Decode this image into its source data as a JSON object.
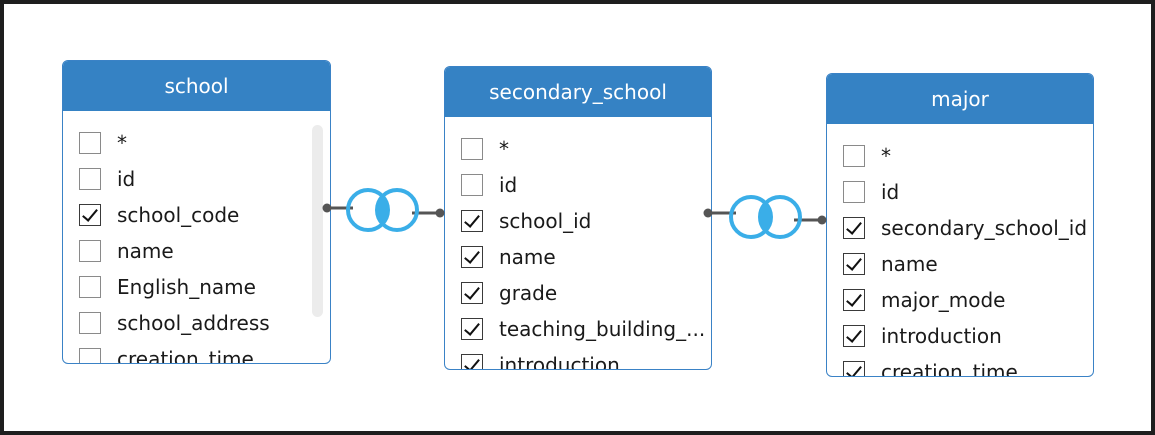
{
  "tables": [
    {
      "title": "school",
      "fields": [
        {
          "label": "*",
          "checked": false
        },
        {
          "label": "id",
          "checked": false
        },
        {
          "label": "school_code",
          "checked": true
        },
        {
          "label": "name",
          "checked": false
        },
        {
          "label": "English_name",
          "checked": false
        },
        {
          "label": "school_address",
          "checked": false
        },
        {
          "label": "creation_time",
          "checked": false
        }
      ]
    },
    {
      "title": "secondary_school",
      "fields": [
        {
          "label": "*",
          "checked": false
        },
        {
          "label": "id",
          "checked": false
        },
        {
          "label": "school_id",
          "checked": true
        },
        {
          "label": "name",
          "checked": true
        },
        {
          "label": "grade",
          "checked": true
        },
        {
          "label": "teaching_building_...",
          "checked": true
        },
        {
          "label": "introduction",
          "checked": true
        }
      ]
    },
    {
      "title": "major",
      "fields": [
        {
          "label": "*",
          "checked": false
        },
        {
          "label": "id",
          "checked": false
        },
        {
          "label": "secondary_school_id",
          "checked": true
        },
        {
          "label": "name",
          "checked": true
        },
        {
          "label": "major_mode",
          "checked": true
        },
        {
          "label": "introduction",
          "checked": true
        },
        {
          "label": "creation_time",
          "checked": true
        }
      ]
    }
  ],
  "joins": [
    {
      "from": "school",
      "to": "secondary_school",
      "icon": "inner-join-icon"
    },
    {
      "from": "secondary_school",
      "to": "major",
      "icon": "inner-join-icon"
    }
  ],
  "colors": {
    "header": "#3582c4",
    "join": "#3aaee8",
    "connector": "#555555"
  }
}
